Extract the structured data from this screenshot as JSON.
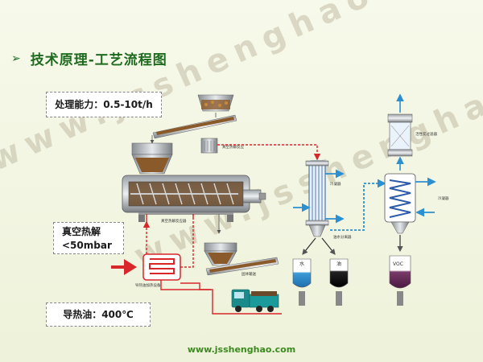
{
  "title": "技术原理-工艺流程图",
  "callouts": {
    "capacity": "处理能力：0.5-10t/h",
    "vacuum_line1": "真空热解",
    "vacuum_line2": "<50mbar",
    "oil": "导热油：400℃"
  },
  "tank_labels": [
    "水",
    "油",
    "VOC"
  ],
  "website": "www.jssheng​hao.com",
  "watermark": "www.jsshenghao.com",
  "colors": {
    "title_green": "#1e6b1f",
    "heat_red": "#d8262a",
    "water_blue": "#3c9ad6",
    "condenser_blue": "#2a5aa8",
    "oil_black": "#1a1a1a",
    "voc_purple": "#6a2a5a"
  },
  "icons": [
    "arrow-right-icon",
    "feed-hopper-icon",
    "screw-reactor-icon",
    "heater-icon",
    "truck-icon",
    "condenser-column-icon",
    "coil-condenser-icon",
    "filter-icon",
    "tank-icon"
  ]
}
